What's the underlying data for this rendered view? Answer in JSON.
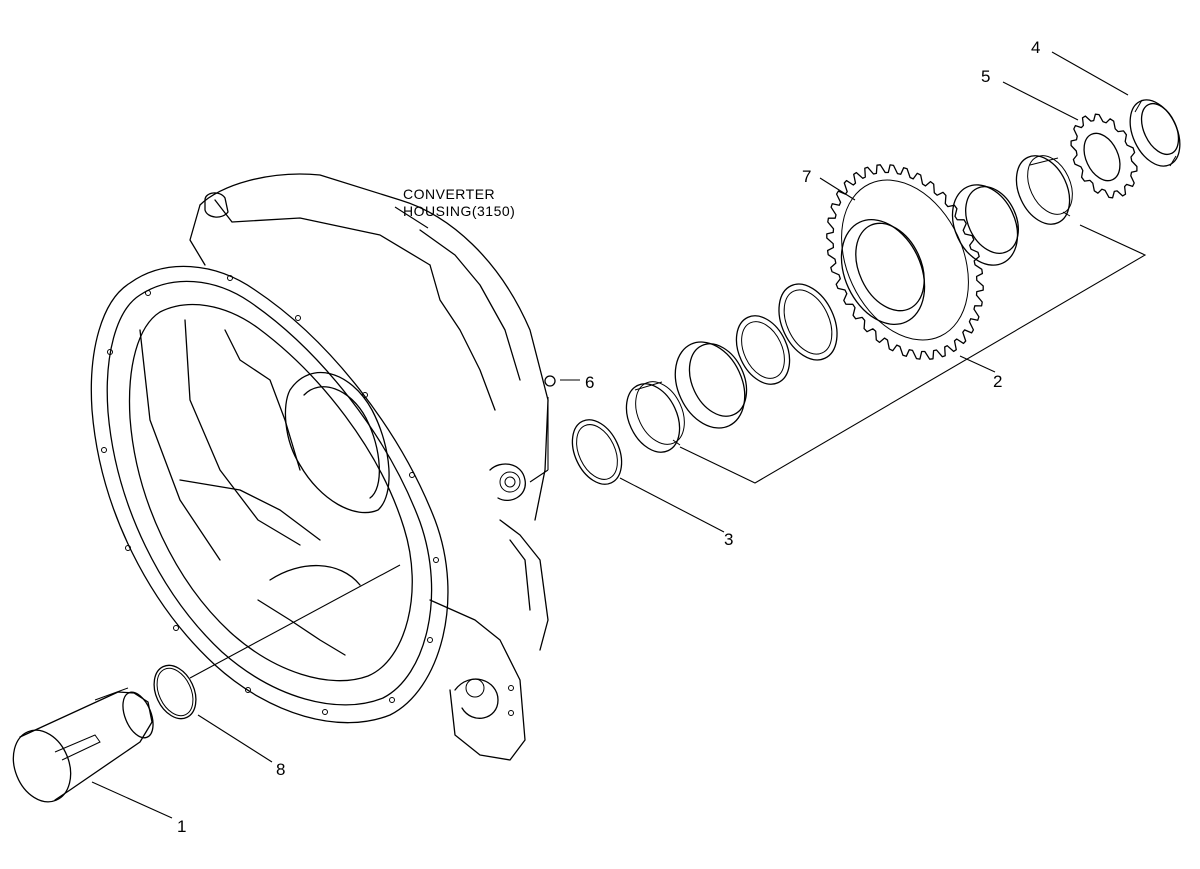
{
  "housing_label": {
    "line1": "CONVERTER",
    "line2": "HOUSING(3150)"
  },
  "callouts": [
    {
      "id": "1",
      "text": "1"
    },
    {
      "id": "2",
      "text": "2"
    },
    {
      "id": "3",
      "text": "3"
    },
    {
      "id": "4",
      "text": "4"
    },
    {
      "id": "5",
      "text": "5"
    },
    {
      "id": "6",
      "text": "6"
    },
    {
      "id": "7",
      "text": "7"
    },
    {
      "id": "8",
      "text": "8"
    }
  ]
}
